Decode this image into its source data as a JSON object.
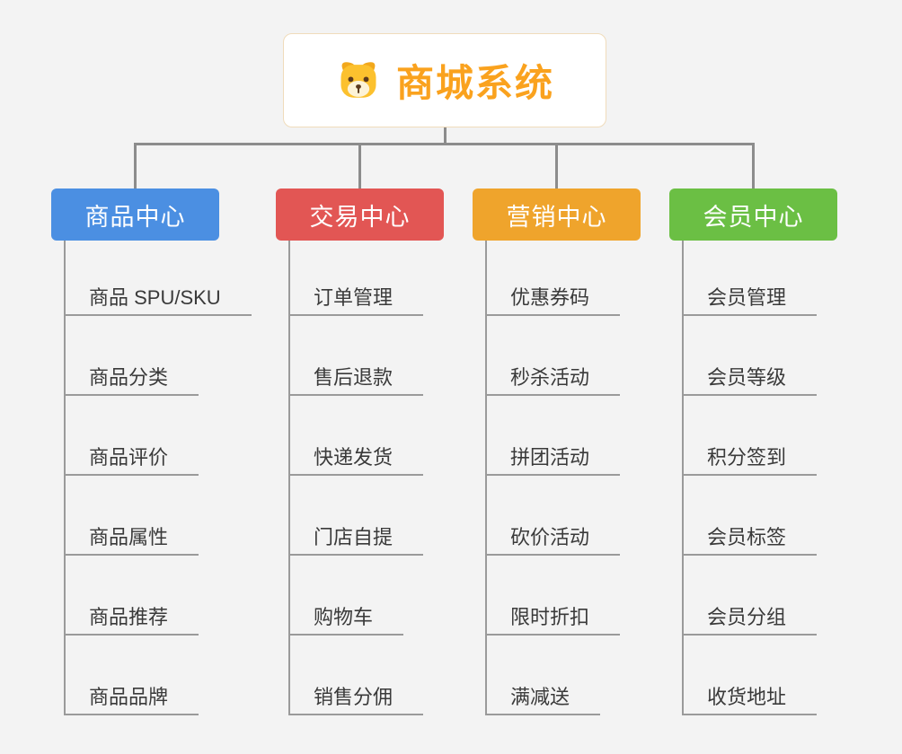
{
  "root": {
    "title": "商城系统",
    "title_color": "#faa21e",
    "icon": "dog-icon"
  },
  "style": {
    "line_color": "#8c8c8c"
  },
  "branches": [
    {
      "label": "商品中心",
      "color": "#4b8fe2",
      "children": [
        "商品 SPU/SKU",
        "商品分类",
        "商品评价",
        "商品属性",
        "商品推荐",
        "商品品牌"
      ]
    },
    {
      "label": "交易中心",
      "color": "#e25654",
      "children": [
        "订单管理",
        "售后退款",
        "快递发货",
        "门店自提",
        "购物车",
        "销售分佣"
      ]
    },
    {
      "label": "营销中心",
      "color": "#efa42c",
      "children": [
        "优惠券码",
        "秒杀活动",
        "拼团活动",
        "砍价活动",
        "限时折扣",
        "满减送"
      ]
    },
    {
      "label": "会员中心",
      "color": "#6bbf44",
      "children": [
        "会员管理",
        "会员等级",
        "积分签到",
        "会员标签",
        "会员分组",
        "收货地址"
      ]
    }
  ]
}
